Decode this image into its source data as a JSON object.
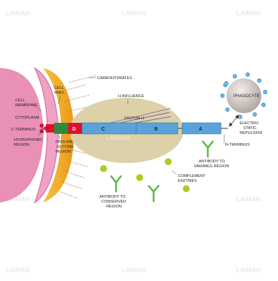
{
  "diagram": {
    "watermark": "LAIMAN",
    "center_watermark": "LAIMAN",
    "labels": {
      "carbohydrates": "CARBOHYDRATES",
      "cell_membrane_1": "CELL",
      "cell_membrane_2": "MEMBRANE",
      "cell_wall_1": "CELL",
      "cell_wall_2": "WALL",
      "cytoplasm": "CYTOPLASM",
      "c_terminus": "C-TERMINUS",
      "hydrophobic_1": "HYDROPHOBIC",
      "hydrophobic_2": "REGION",
      "proline_1": "PROLINE",
      "proline_2": "-GLYCINE",
      "proline_3": "REGION",
      "h_influence": "H INFLUENCE",
      "factor_h": "FACTOR H",
      "phagocyte": "PHAGOCYTE",
      "electrostatic_1": "ELECTRO-",
      "electrostatic_2": "STATIC",
      "electrostatic_3": "REPULSION",
      "n_terminus": "N-TERMINUS",
      "antibody_variable_1": "ANTIBODY TO",
      "antibody_variable_2": "VARIABLE REGION",
      "complement_1": "COMPLEMENT",
      "complement_2": "ENZYMES",
      "antibody_conserved_1": "ANTIBODY TO",
      "antibody_conserved_2": "CONSERVED",
      "antibody_conserved_3": "REGION"
    },
    "segments": {
      "d": "D",
      "c": "C",
      "b": "B",
      "a": "A"
    },
    "charge_sign": "−",
    "colors": {
      "cytoplasm": "#e990b6",
      "membrane": "#f0a2c4",
      "cell_wall": "#f2a41f",
      "protein_blue": "#5aa3da",
      "hydrophobic_red": "#e0102a",
      "proline_green": "#2f8a3e",
      "antibody_green": "#5db84a",
      "complement_green": "#a7cf26",
      "phagocyte": "#cfc5c1",
      "halo": "#dcd1a9",
      "charge": "#5ba6d9"
    }
  }
}
